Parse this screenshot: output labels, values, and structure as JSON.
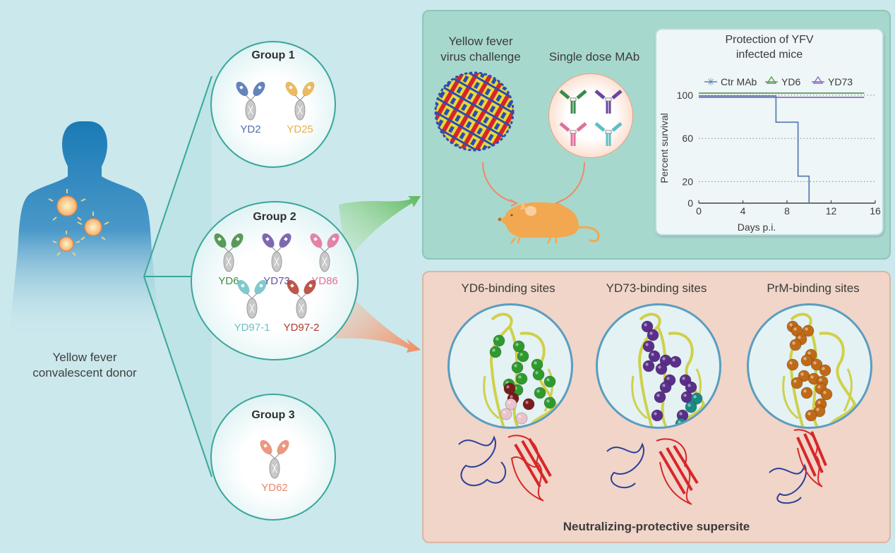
{
  "donor": {
    "label_line1": "Yellow fever",
    "label_line2": "convalescent donor"
  },
  "groups": [
    {
      "title": "Group 1",
      "antibodies": [
        {
          "name": "YD2",
          "color": "#4a6fb0"
        },
        {
          "name": "YD25",
          "color": "#e8b04a"
        }
      ]
    },
    {
      "title": "Group 2",
      "antibodies": [
        {
          "name": "YD6",
          "color": "#3f8a3c"
        },
        {
          "name": "YD73",
          "color": "#6a4fa3"
        },
        {
          "name": "YD86",
          "color": "#e0709a"
        },
        {
          "name": "YD97-1",
          "color": "#6cc0c6"
        },
        {
          "name": "YD97-2",
          "color": "#b03a2e"
        }
      ]
    },
    {
      "title": "Group 3",
      "antibodies": [
        {
          "name": "YD62",
          "color": "#e8876a"
        }
      ]
    }
  ],
  "top_panel": {
    "virus_label_line1": "Yellow fever",
    "virus_label_line2": "virus challenge",
    "mab_label": "Single dose MAb",
    "mab_colors": [
      "#3a8a4a",
      "#6a45a0",
      "#e0709a",
      "#5bc0c6"
    ]
  },
  "chart_data": {
    "type": "line",
    "title": "Protection of YFV infected mice",
    "title_line1": "Protection of YFV",
    "title_line2": "infected mice",
    "xlabel": "Days p.i.",
    "ylabel": "Percent survival",
    "xlim": [
      0,
      16
    ],
    "ylim": [
      0,
      100
    ],
    "xticks": [
      0,
      4,
      8,
      12,
      16
    ],
    "yticks": [
      0,
      20,
      60,
      100
    ],
    "grid": "horizontal dotted at 20, 60, 100",
    "legend_position": "top",
    "series": [
      {
        "name": "Ctr MAb",
        "marker": "asterisk",
        "color": "#5a7fb5",
        "step": true,
        "x": [
          0,
          7,
          7,
          9,
          9,
          10,
          10
        ],
        "y": [
          100,
          100,
          75,
          75,
          25,
          25,
          0
        ]
      },
      {
        "name": "YD6",
        "marker": "triangle",
        "color": "#5a9a55",
        "step": true,
        "x": [
          0,
          15
        ],
        "y": [
          100,
          100
        ]
      },
      {
        "name": "YD73",
        "marker": "triangle",
        "color": "#8a6fb5",
        "step": true,
        "x": [
          0,
          15
        ],
        "y": [
          100,
          100
        ]
      }
    ]
  },
  "bottom_panel": {
    "sites": [
      {
        "label": "YD6-binding sites",
        "primary_color": "#2e9a2e",
        "secondary_colors": [
          "#7a1c1c",
          "#e8c4cc"
        ]
      },
      {
        "label": "YD73-binding sites",
        "primary_color": "#5a2f8a",
        "secondary_colors": [
          "#1a8a86"
        ]
      },
      {
        "label": "PrM-binding sites",
        "primary_color": "#c06a18",
        "secondary_colors": []
      }
    ],
    "footer": "Neutralizing-protective supersite"
  }
}
